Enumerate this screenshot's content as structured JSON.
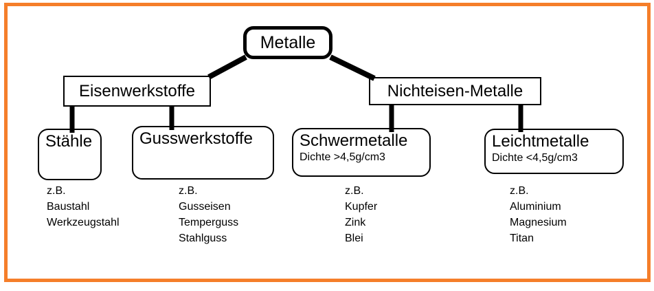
{
  "frame": {
    "border_color": "#F57E2A"
  },
  "diagram": {
    "root": {
      "label": "Metalle"
    },
    "branches": [
      {
        "label": "Eisenwerkstoffe"
      },
      {
        "label": "Nichteisen-Metalle"
      }
    ],
    "leaves": [
      {
        "label": "Stähle",
        "example_heading": "z.B.",
        "examples": [
          "Baustahl",
          "Werkzeugstahl"
        ]
      },
      {
        "label": "Gusswerkstoffe",
        "example_heading": "z.B.",
        "examples": [
          "Gusseisen",
          "Temperguss",
          "Stahlguss"
        ]
      },
      {
        "label": "Schwermetalle",
        "sub": "Dichte >4,5g/cm3",
        "example_heading": "z.B.",
        "examples": [
          "Kupfer",
          "Zink",
          "Blei"
        ]
      },
      {
        "label": "Leichtmetalle",
        "sub": "Dichte <4,5g/cm3",
        "example_heading": "z.B.",
        "examples": [
          "Aluminium",
          "Magnesium",
          "Titan"
        ]
      }
    ]
  }
}
